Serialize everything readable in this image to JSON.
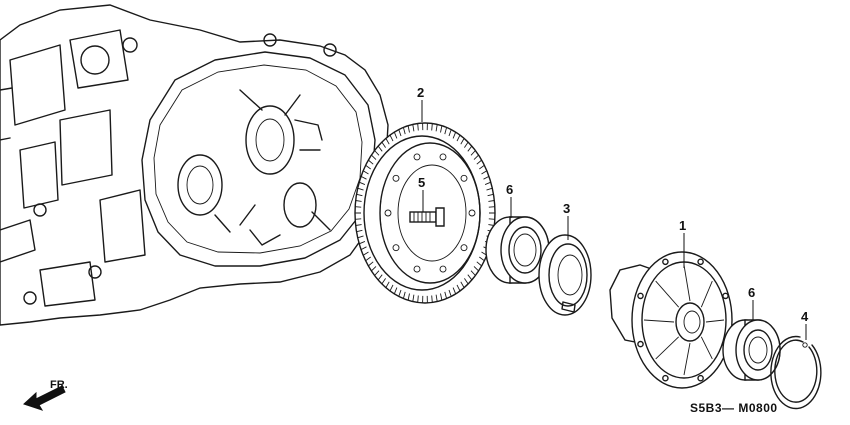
{
  "diagram": {
    "callouts": [
      {
        "id": "1",
        "label": "1"
      },
      {
        "id": "2",
        "label": "2"
      },
      {
        "id": "3",
        "label": "3"
      },
      {
        "id": "4",
        "label": "4"
      },
      {
        "id": "5",
        "label": "5"
      },
      {
        "id": "6a",
        "label": "6"
      },
      {
        "id": "6b",
        "label": "6"
      }
    ],
    "direction_label": "FR.",
    "diagram_code": "S5B3— M0800"
  }
}
